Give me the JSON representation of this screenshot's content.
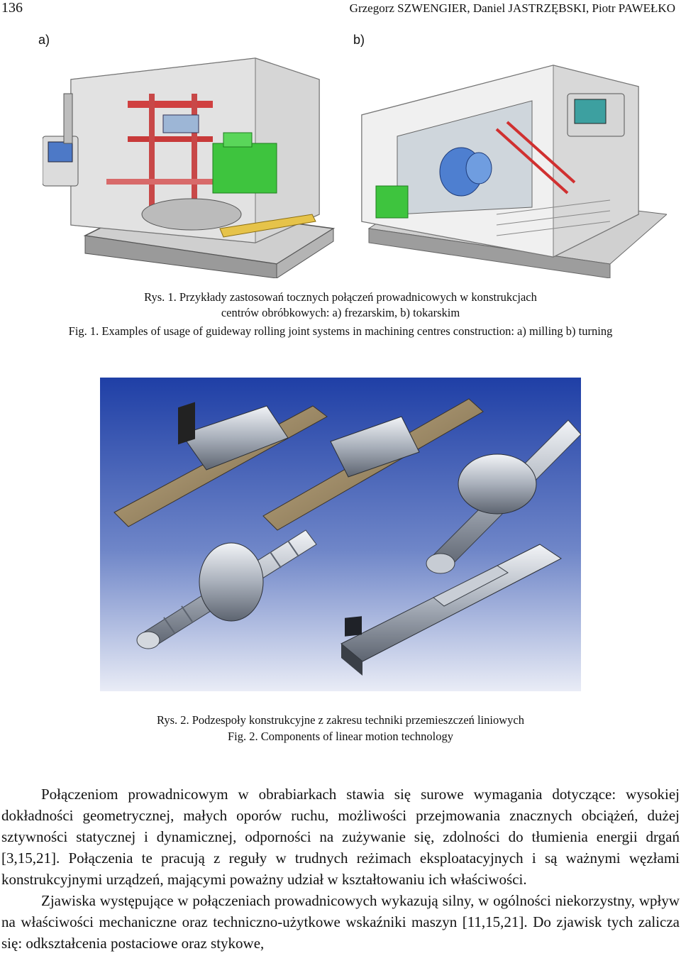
{
  "header": {
    "page_number": "136",
    "authors": "Grzegorz SZWENGIER, Daniel JASTRZĘBSKI, Piotr PAWEŁKO"
  },
  "figure1": {
    "label_a": "a)",
    "label_b": "b)",
    "caption_pl_line1": "Rys. 1. Przykłady zastosowań tocznych połączeń prowadnicowych w konstrukcjach",
    "caption_pl_line2": "centrów obróbkowych: a) frezarskim, b) tokarskim",
    "caption_en": "Fig. 1. Examples of usage of guideway rolling joint systems in machining centres construction: a) milling b) turning"
  },
  "figure2": {
    "caption_pl": "Rys. 2. Podzespoły konstrukcyjne z zakresu techniki przemieszczeń liniowych",
    "caption_en": "Fig. 2. Components of linear motion technology"
  },
  "body": {
    "paragraph1": "Połączeniom prowadnicowym w obrabiarkach stawia się surowe wymagania dotyczące: wysokiej dokładności geometrycznej, małych oporów ruchu, możliwości przejmowania znacznych obciążeń, dużej sztywności statycznej i dynamicznej, odporności na zużywanie się, zdolności do tłumienia energii drgań [3,15,21]. Połączenia te pracują z reguły w trudnych reżimach eksploatacyjnych i są ważnymi węzłami konstrukcyjnymi urządzeń, mającymi poważny udział w kształtowaniu ich właściwości.",
    "paragraph2": "Zjawiska występujące w połączeniach prowadnicowych wykazują silny, w ogólności niekorzystny, wpływ na właściwości mechaniczne oraz techniczno-użytkowe wskaźniki maszyn [11,15,21]. Do zjawisk tych zalicza się: odkształcenia postaciowe oraz stykowe,"
  }
}
